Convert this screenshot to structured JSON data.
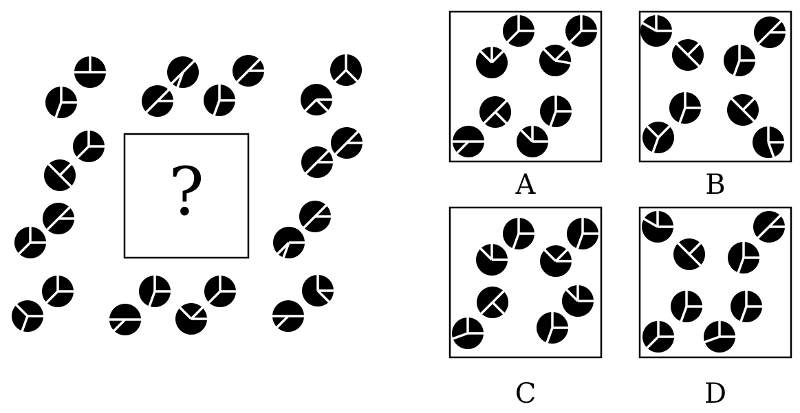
{
  "puzzle": {
    "question_mark": "?",
    "options": [
      {
        "label": "A"
      },
      {
        "label": "B"
      },
      {
        "label": "C"
      },
      {
        "label": "D"
      }
    ]
  },
  "colors": {
    "ink": "#000000",
    "paper": "#ffffff"
  },
  "icons": [
    "pie-dial-pair-icon"
  ]
}
